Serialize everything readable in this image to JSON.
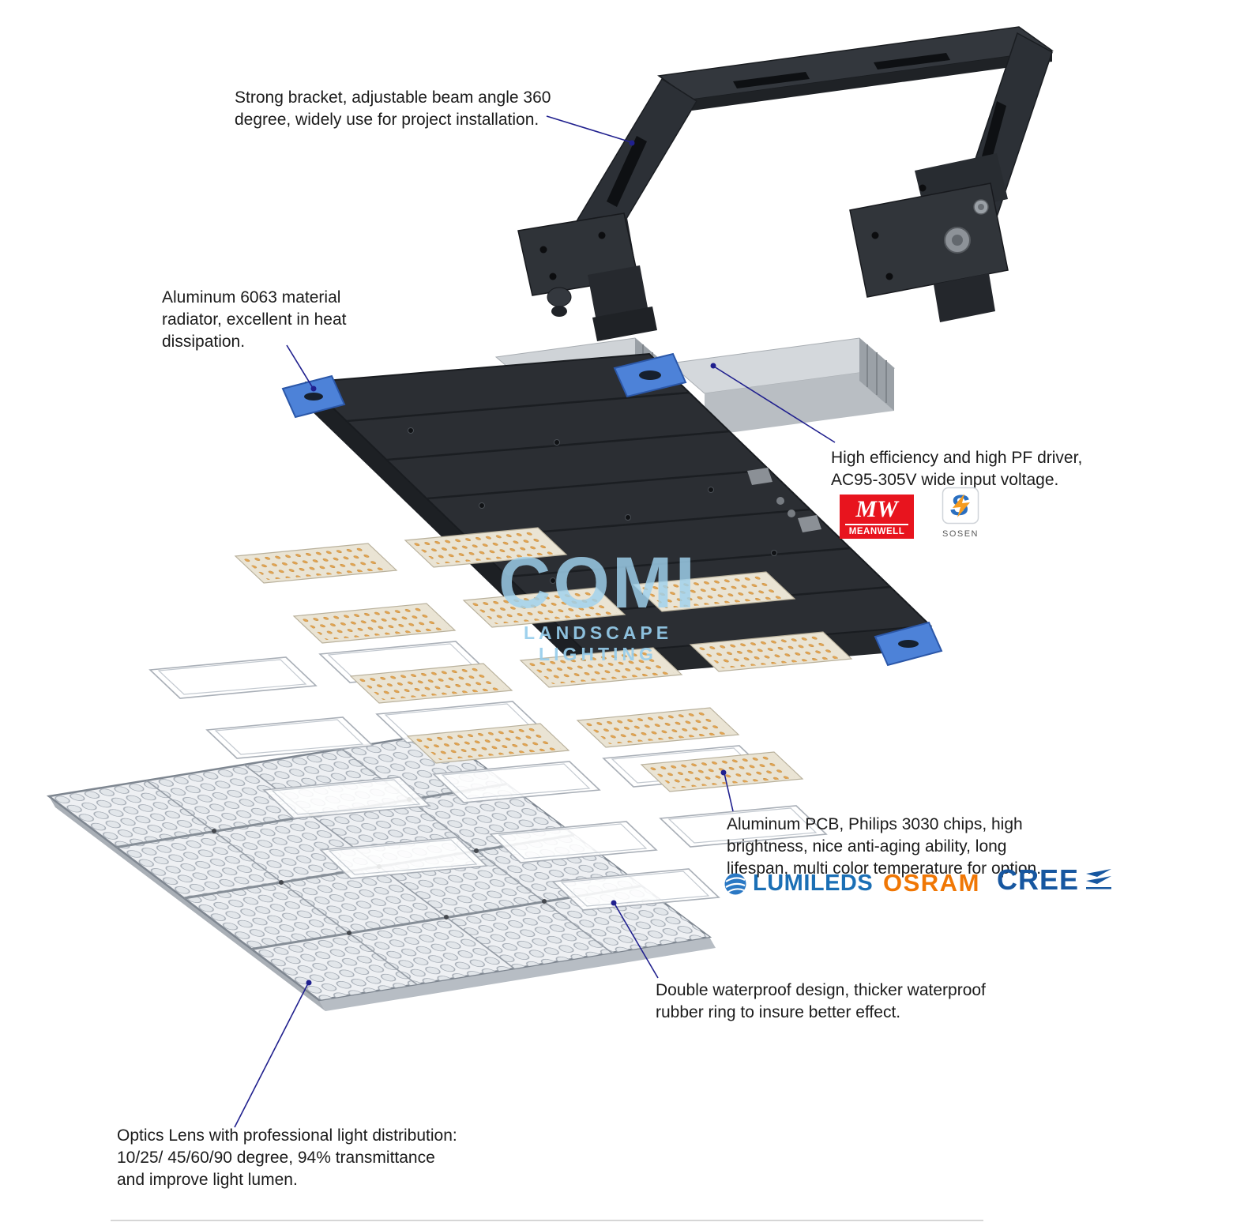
{
  "watermark": {
    "title": "COMI",
    "subtitle": "LANDSCAPE LIGHTING"
  },
  "callouts": {
    "bracket": "Strong bracket, adjustable beam angle 360\ndegree, widely use for project installation.",
    "radiator": "Aluminum 6063 material\nradiator, excellent in heat\ndissipation.",
    "driver": "High efficiency and high PF driver,\nAC95-305V wide input voltage.",
    "pcb": "Aluminum PCB, Philips 3030 chips, high\nbrightness, nice anti-aging ability, long\nlifespan, multi color temperature for option.",
    "waterproof": "Double waterproof design, thicker waterproof\nrubber ring to insure better effect.",
    "lens": "Optics Lens with professional light distribution:\n10/25/ 45/60/90 degree, 94% transmittance\nand improve light lumen."
  },
  "logos": {
    "meanwell": {
      "mark": "MW",
      "name": "MEANWELL"
    },
    "sosen": {
      "mark": "S",
      "name": "SOSEN"
    },
    "lumileds": {
      "name": "LUMILEDS"
    },
    "osram": {
      "name": "OSRAM"
    },
    "cree": {
      "name": "CREE"
    }
  },
  "colors": {
    "callout_line": "#20208e",
    "meanwell_red": "#e8141e",
    "sosen_blue": "#2a6fc0",
    "sosen_orange": "#f59b1e",
    "lumileds_blue": "#1b6fb5",
    "osram_orange": "#f07705",
    "cree_blue": "#1757a0",
    "watermark_blue": "#a0d2ee",
    "heatsink_dark": "#2b2e33",
    "corner_blue": "#4d82d8",
    "pcb_dot": "#e2a452",
    "lens_gray": "#eef0f3"
  }
}
